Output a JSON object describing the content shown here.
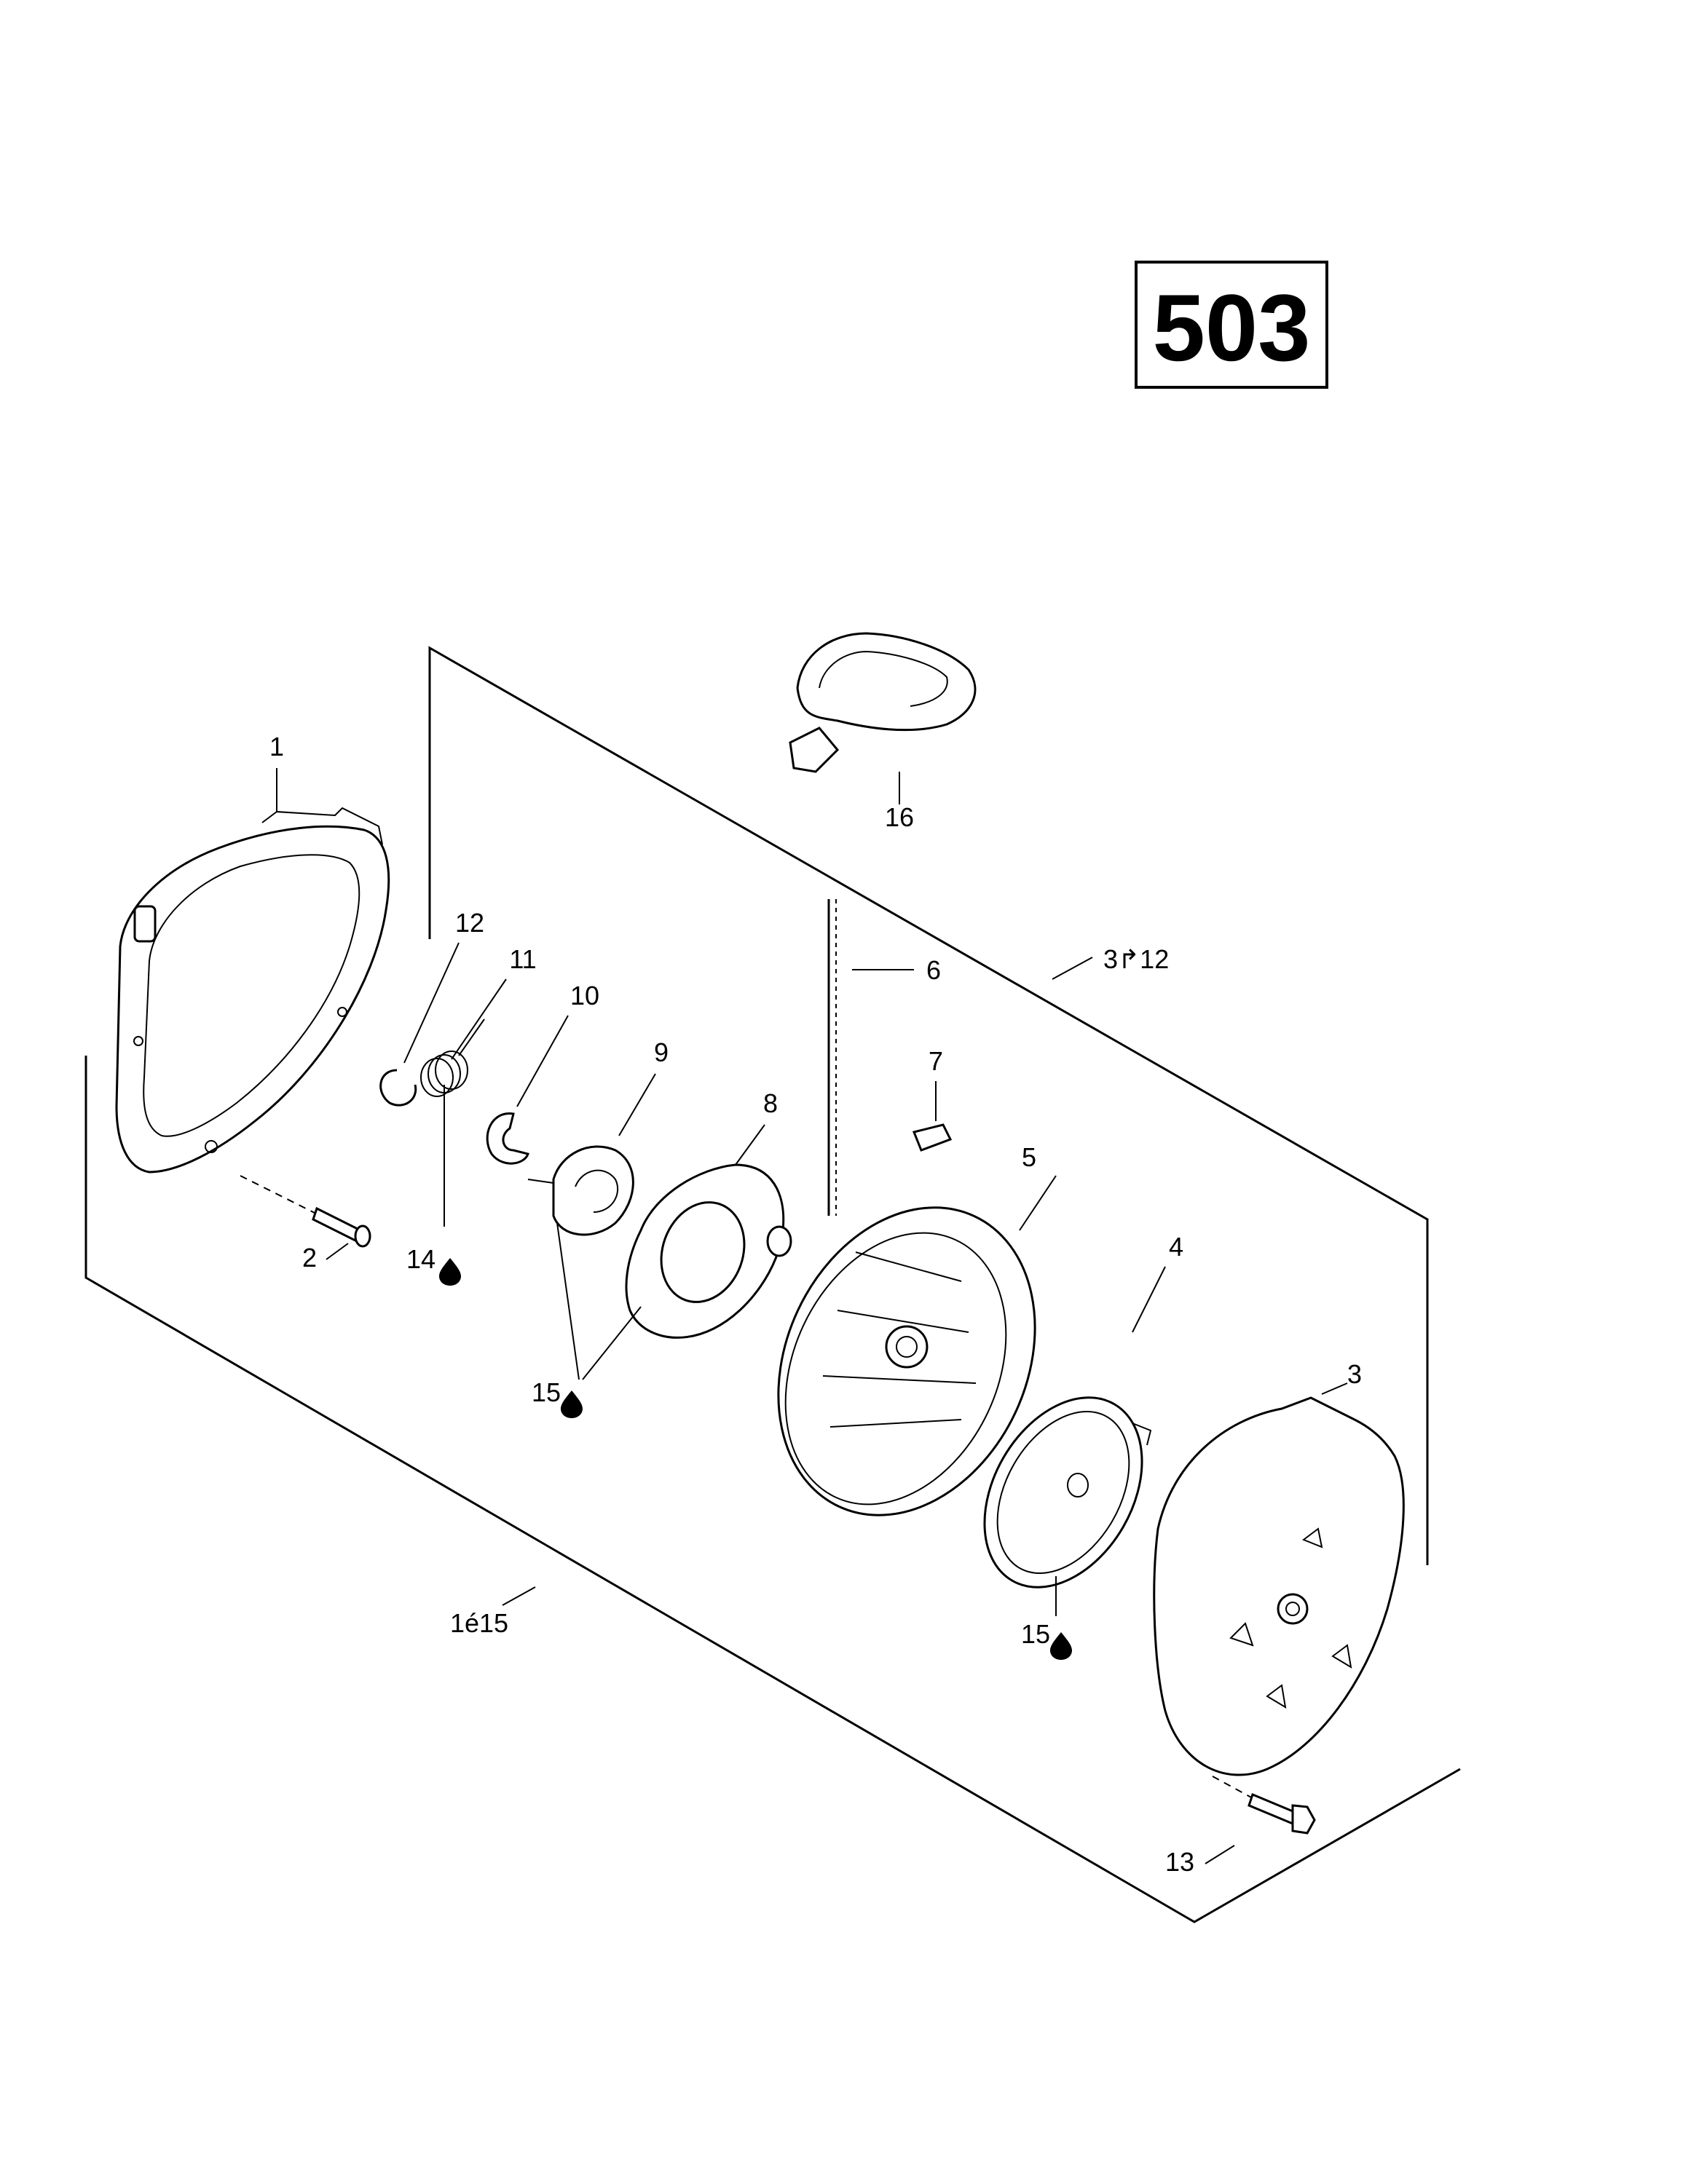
{
  "reference_number": "503",
  "callouts": {
    "c1": "1",
    "c2": "2",
    "c3": "3",
    "c4": "4",
    "c5": "5",
    "c6": "6",
    "c7": "7",
    "c8": "8",
    "c9": "9",
    "c10": "10",
    "c11": "11",
    "c12": "12",
    "c13": "13",
    "c14": "14",
    "c15a": "15",
    "c15b": "15",
    "c16": "16",
    "range_3_12": "3↱12",
    "range_1_15": "1é15"
  },
  "icons": {
    "lubricant": "oil-drop-icon"
  }
}
